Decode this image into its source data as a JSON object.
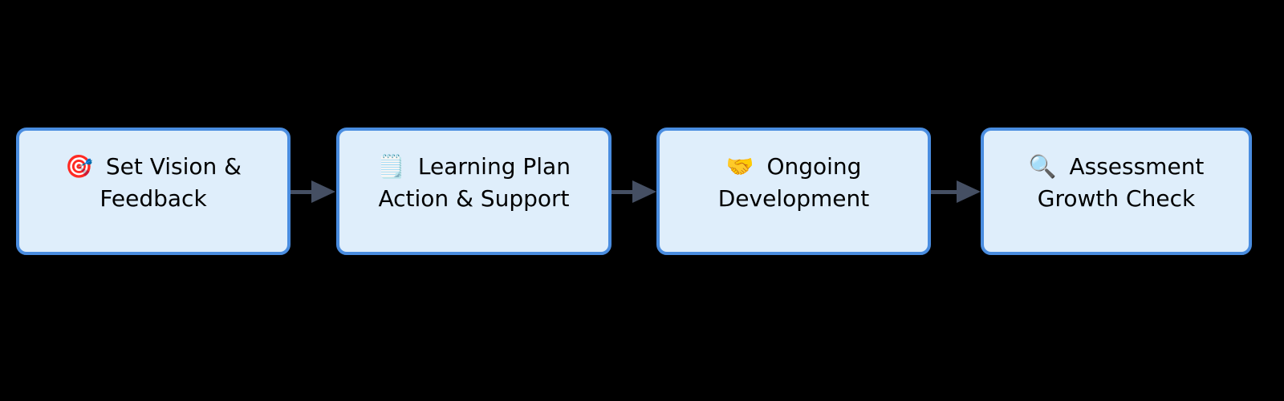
{
  "colors": {
    "background": "#000000",
    "node_fill": "#dfeefb",
    "node_border": "#4a8de0",
    "arrow_color": "#454f63",
    "text_color": "#000000"
  },
  "diagram": {
    "type": "flowchart-horizontal",
    "nodes": [
      {
        "icon": "🎯",
        "icon_name": "target-icon",
        "lines": [
          "Set Vision &",
          "Feedback"
        ]
      },
      {
        "icon": "🗒️",
        "icon_name": "notepad-icon",
        "lines": [
          "Learning Plan",
          "Action & Support"
        ]
      },
      {
        "icon": "🤝",
        "icon_name": "handshake-icon",
        "lines": [
          "Ongoing",
          "Development"
        ]
      },
      {
        "icon": "🔍",
        "icon_name": "magnifier-icon",
        "lines": [
          "Assessment",
          "Growth Check"
        ]
      }
    ]
  }
}
